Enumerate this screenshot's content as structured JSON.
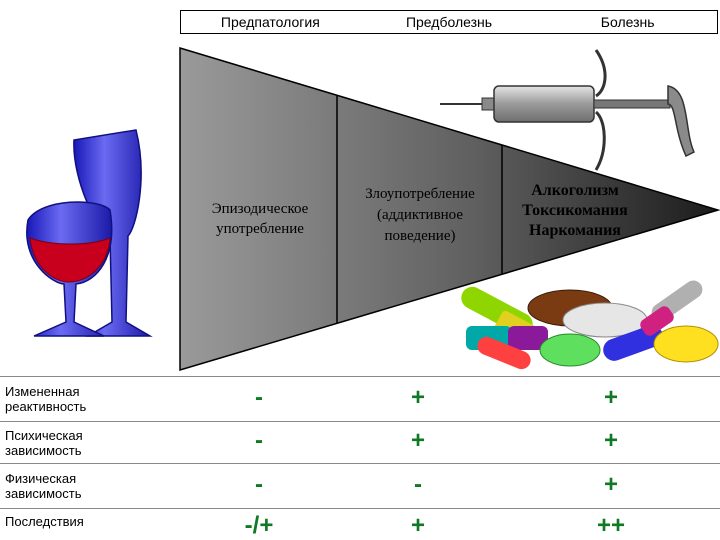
{
  "stages": [
    "Предпатология",
    "Предболезнь",
    "Болезнь"
  ],
  "wedge": {
    "episodic": [
      "Эпизодическое",
      "употребление"
    ],
    "abuse": [
      "Злоупотребление",
      "(аддиктивное",
      "поведение)"
    ],
    "disease": [
      "Алкоголизм",
      "Токсикомания",
      "Наркомания"
    ]
  },
  "rows": [
    {
      "label": [
        "Измененная",
        "реактивность"
      ],
      "values": [
        "-",
        "+",
        "+"
      ]
    },
    {
      "label": [
        "Психическая",
        "зависимость"
      ],
      "values": [
        "-",
        "+",
        "+"
      ]
    },
    {
      "label": [
        "Физическая",
        "зависимость"
      ],
      "values": [
        "-",
        "-",
        "+"
      ]
    },
    {
      "label": [
        "Последствия"
      ],
      "values": [
        "-/+",
        "+",
        "++"
      ]
    }
  ],
  "colors": {
    "sign": "#0f7a23",
    "glass": "#2b2bd6",
    "wine": "#c8001e"
  }
}
